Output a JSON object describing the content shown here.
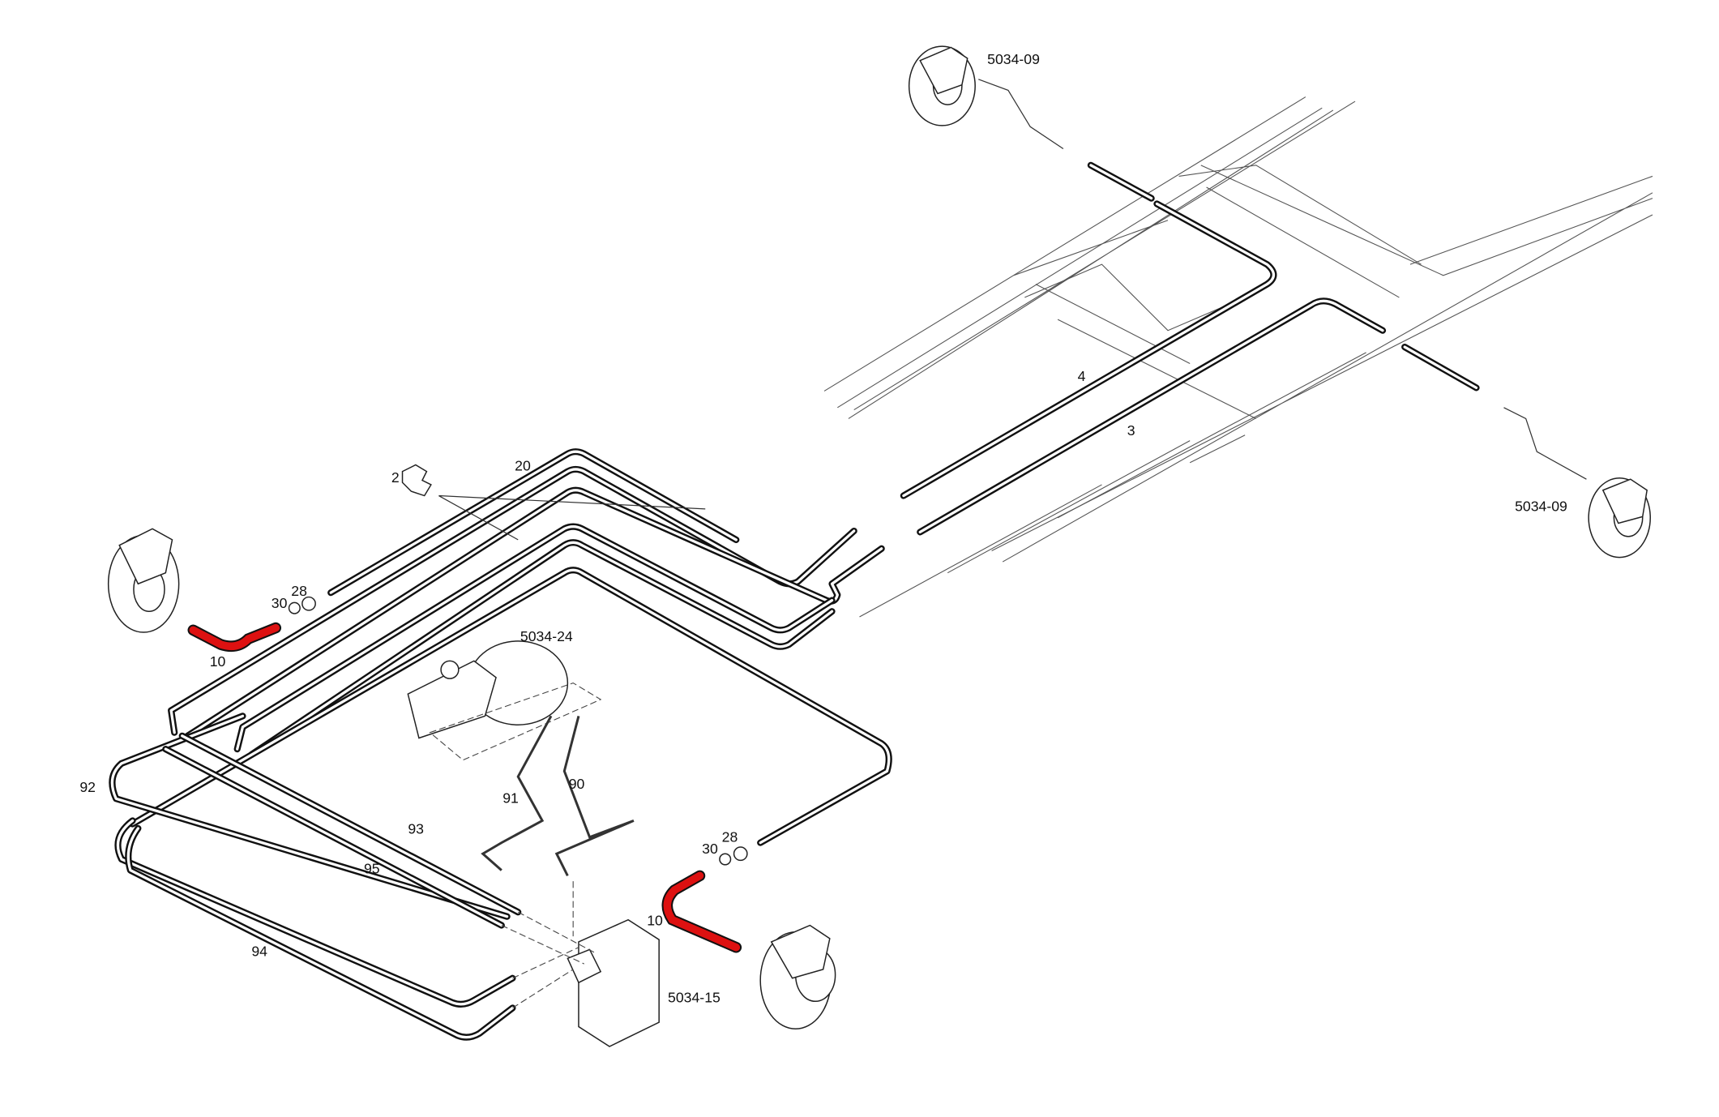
{
  "diagram": {
    "title": "Brake line layout",
    "accent_color": "#d11111",
    "labels": {
      "rear_caliper_top": "5034-09",
      "rear_caliper_right": "5034-09",
      "pipe_4": "4",
      "pipe_3": "3",
      "pipe_20": "20",
      "clip_2": "2",
      "washer_28_left": "28",
      "washer_30_left": "30",
      "hose_10_left": "10",
      "master_cylinder": "5034-24",
      "pipe_91": "91",
      "pipe_90": "90",
      "pipe_92": "92",
      "pipe_93": "93",
      "pipe_95": "95",
      "pipe_94": "94",
      "washer_28_right": "28",
      "washer_30_right": "30",
      "hose_10_right": "10",
      "abs_unit": "5034-15"
    }
  }
}
